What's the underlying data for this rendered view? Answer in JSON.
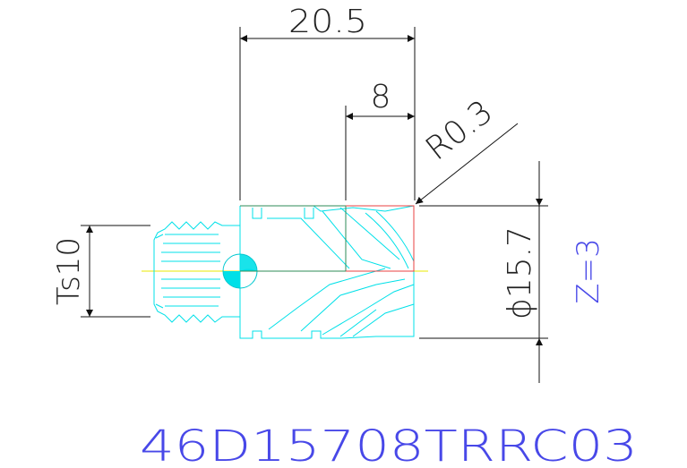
{
  "dimensions": {
    "overall_length": "20.5",
    "flute_length": "8",
    "corner_radius": "R0.3",
    "diameter": "ϕ15.7",
    "thread": "Ts10"
  },
  "flutes": "Z=3",
  "part_number": "46D15708TRRC03",
  "colors": {
    "tool_outline": "#00e0e8",
    "cutting_edge": "#e84040",
    "centerline": "#e8e800",
    "dimension": "#222222",
    "annotation": "#4848e8"
  }
}
